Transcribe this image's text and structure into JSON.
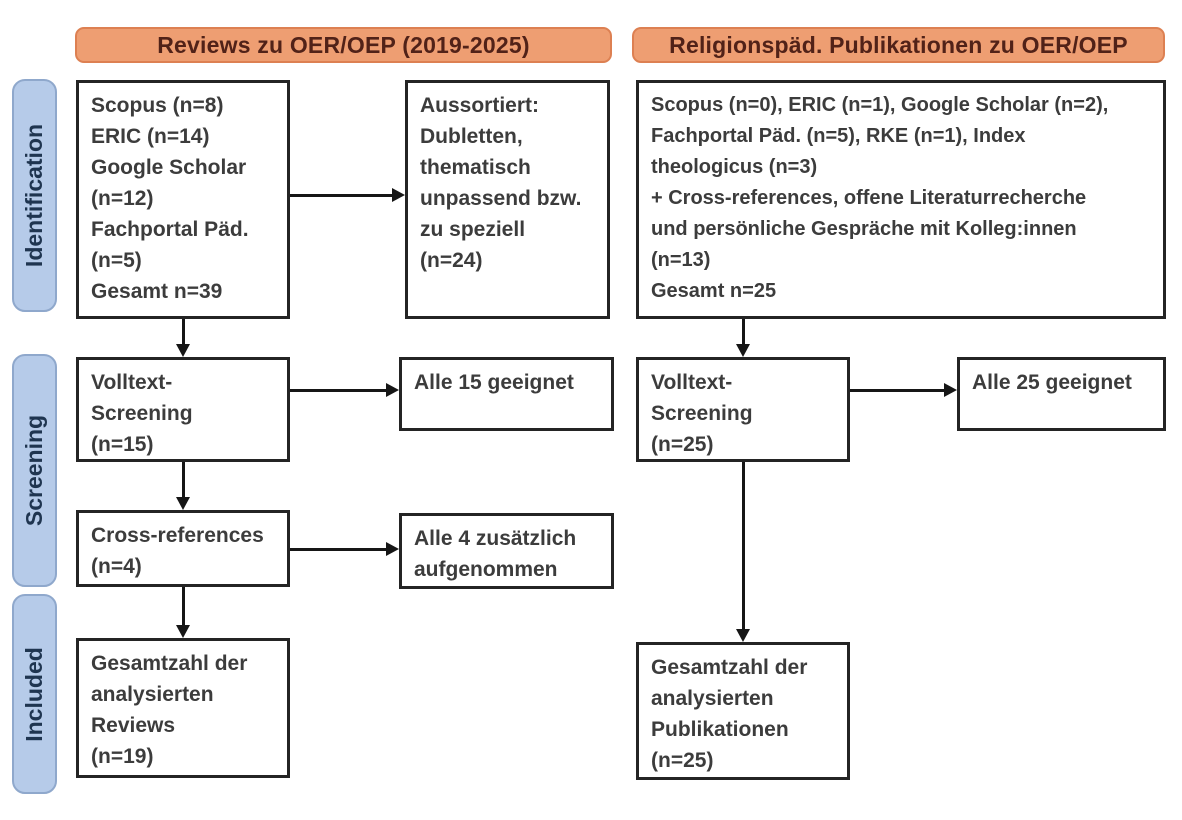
{
  "headers": {
    "left": "Reviews zu OER/OEP (2019-2025)",
    "right": "Religionspäd. Publikationen zu OER/OEP"
  },
  "stage_labels": {
    "identification": "Identification",
    "screening": "Screening",
    "included": "Included"
  },
  "left_column": {
    "sources": [
      "Scopus (n=8)",
      "ERIC (n=14)",
      "Google Scholar",
      "(n=12)",
      "Fachportal Päd.",
      "(n=5)",
      "Gesamt n=39"
    ],
    "excluded": [
      "Aussortiert:",
      "Dubletten,",
      "thematisch",
      "unpassend bzw.",
      "zu speziell",
      "(n=24)"
    ],
    "fulltext_screening": [
      "Volltext-",
      "Screening",
      "(n=15)"
    ],
    "fulltext_result": [
      "Alle 15 geeignet"
    ],
    "cross_references": [
      "Cross-references",
      "(n=4)"
    ],
    "cross_references_result": [
      "Alle 4 zusätzlich",
      "aufgenommen"
    ],
    "included_total": [
      "Gesamtzahl der",
      "analysierten",
      "Reviews",
      "(n=19)"
    ]
  },
  "right_column": {
    "sources": [
      "Scopus (n=0), ERIC (n=1), Google Scholar (n=2),",
      "Fachportal Päd. (n=5), RKE (n=1), Index",
      "theologicus (n=3)",
      "+ Cross-references, offene Literaturrecherche",
      "und persönliche Gespräche mit Kolleg:innen",
      "(n=13)",
      "Gesamt n=25"
    ],
    "fulltext_screening": [
      "Volltext-",
      "Screening",
      "(n=25)"
    ],
    "fulltext_result": [
      "Alle 25 geeignet"
    ],
    "included_total": [
      "Gesamtzahl der",
      "analysierten",
      "Publikationen",
      "(n=25)"
    ]
  },
  "colors": {
    "header_fill": "#EE9E72",
    "header_border": "#DD8052",
    "header_text": "#512218",
    "stage_fill": "#B6CBE9",
    "stage_border": "#8FA8CC",
    "stage_text": "#1F3550",
    "box_border": "#242424",
    "box_text": "#3C3C3C",
    "arrow": "#161616",
    "background": "#FFFFFF"
  }
}
